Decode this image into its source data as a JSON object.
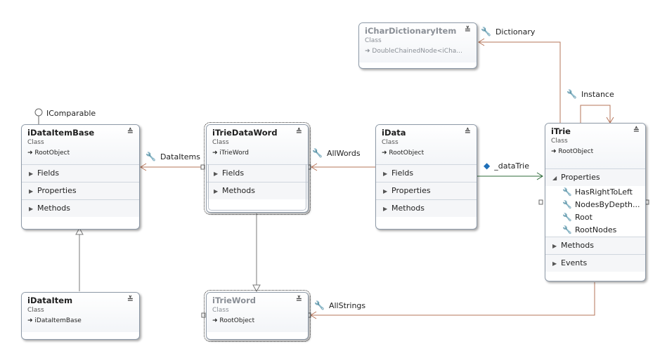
{
  "colors": {
    "association": "#b5755a",
    "inheritance": "#7a7a7a",
    "field_assoc": "#2e6b3a",
    "box_border": "#8e9aa8"
  },
  "classes": {
    "icharitem": {
      "title": "iCharDictionaryItem",
      "stereo": "Class",
      "base": "DoubleChainedNode<iCha...",
      "collapse": "≚"
    },
    "idataitembase": {
      "title": "iDataItemBase",
      "stereo": "Class",
      "base": "RootObject",
      "collapse": "≙",
      "compartments": [
        "Fields",
        "Properties",
        "Methods"
      ]
    },
    "itriedataword": {
      "title": "iTrieDataWord",
      "stereo": "Class",
      "base": "iTrieWord",
      "collapse": "≙",
      "compartments": [
        "Fields",
        "Methods"
      ]
    },
    "idata": {
      "title": "iData",
      "stereo": "Class",
      "base": "RootObject",
      "collapse": "≙",
      "compartments": [
        "Fields",
        "Properties",
        "Methods"
      ]
    },
    "itrie": {
      "title": "iTrie",
      "stereo": "Class",
      "base": "RootObject",
      "collapse": "≙",
      "properties_label": "Properties",
      "properties": [
        "HasRightToLeft",
        "NodesByDepth...",
        "Root",
        "RootNodes"
      ],
      "compartments": [
        "Methods",
        "Events"
      ]
    },
    "idataitem": {
      "title": "iDataItem",
      "stereo": "Class",
      "base": "iDataItemBase",
      "collapse": "≚"
    },
    "itrieword": {
      "title": "iTrieWord",
      "stereo": "Class",
      "base": "RootObject",
      "collapse": "≚"
    }
  },
  "interfaces": {
    "lollipop": "IComparable"
  },
  "associations": {
    "dictionary": "Dictionary",
    "instance": "Instance",
    "dataitems": "DataItems",
    "allwords": "AllWords",
    "datatrie": "_dataTrie",
    "allstrings": "AllStrings"
  },
  "icons": {
    "property": "wrench-icon",
    "field": "field-icon",
    "inherits": "inheritance-arrow-icon",
    "expand": "expand-triangle-icon",
    "collapse": "collapse-chevron-icon"
  }
}
